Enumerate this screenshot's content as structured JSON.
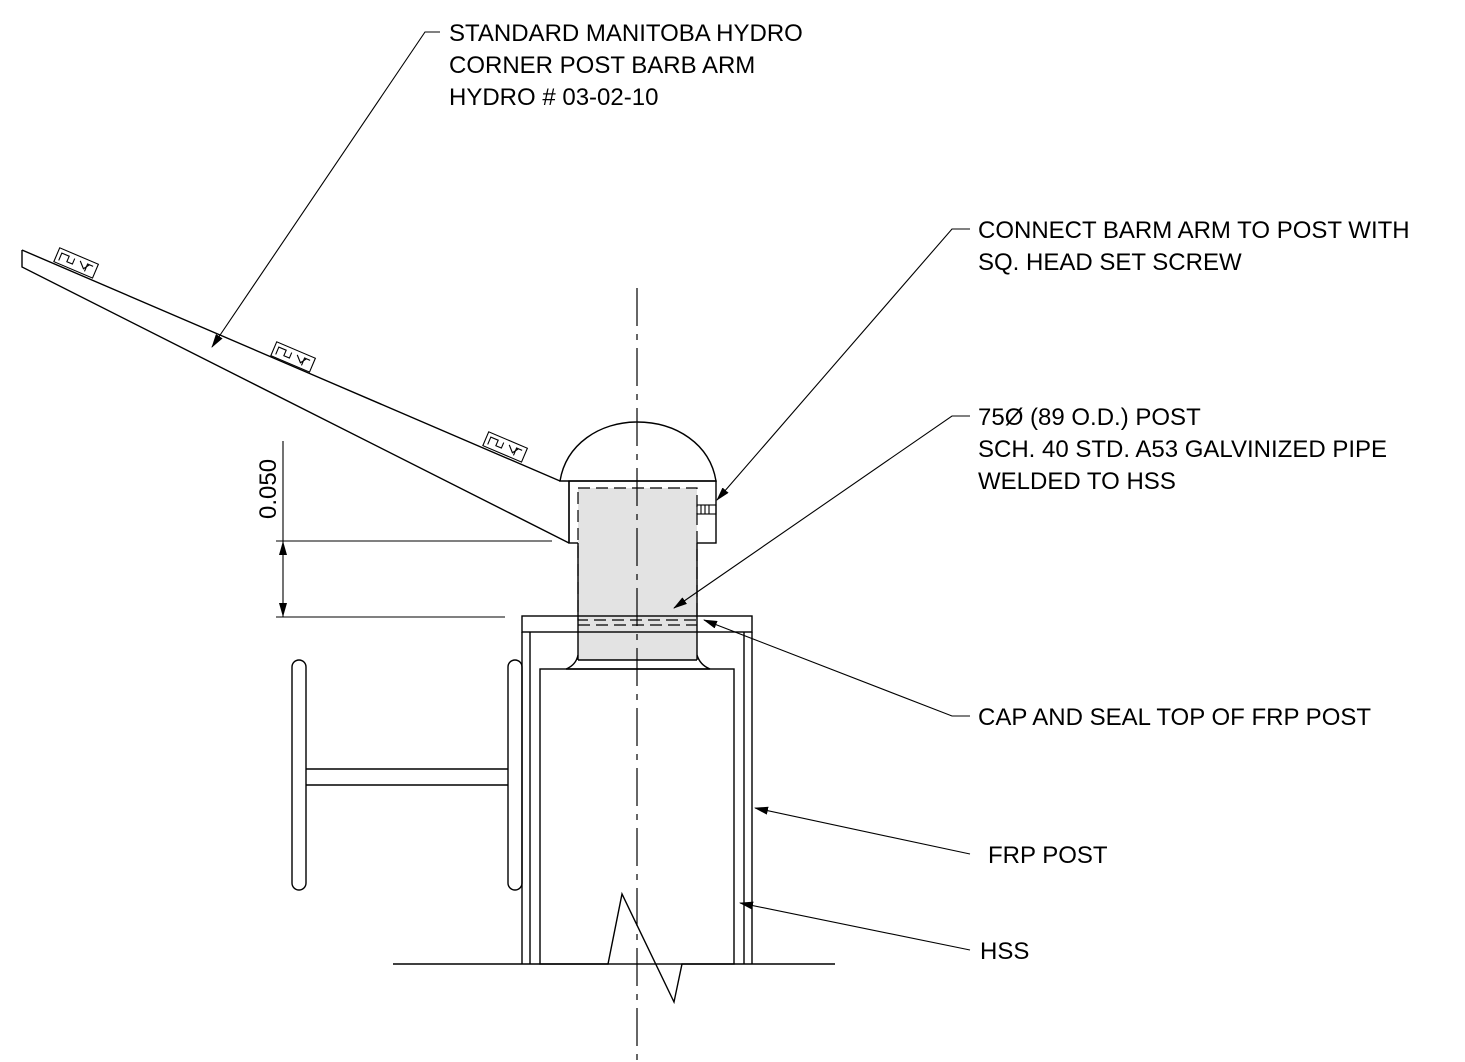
{
  "labels": {
    "barb_arm": {
      "line1": "STANDARD MANITOBA HYDRO",
      "line2": "CORNER POST BARB ARM",
      "line3": "HYDRO # 03-02-10"
    },
    "set_screw": {
      "line1": "CONNECT  BARM ARM TO POST WITH",
      "line2": "SQ. HEAD SET SCREW"
    },
    "post_pipe": {
      "line1": "75Ø (89 O.D.) POST",
      "line2": "SCH. 40 STD. A53  GALVINIZED PIPE",
      "line3": "WELDED TO  HSS"
    },
    "cap_seal": "CAP AND SEAL TOP OF FRP POST",
    "frp_post": "FRP POST",
    "hss": "HSS"
  },
  "dimension": {
    "value": "0.050"
  },
  "colors": {
    "line": "#000000",
    "pipe_fill": "#e3e3e3",
    "background": "#ffffff"
  }
}
